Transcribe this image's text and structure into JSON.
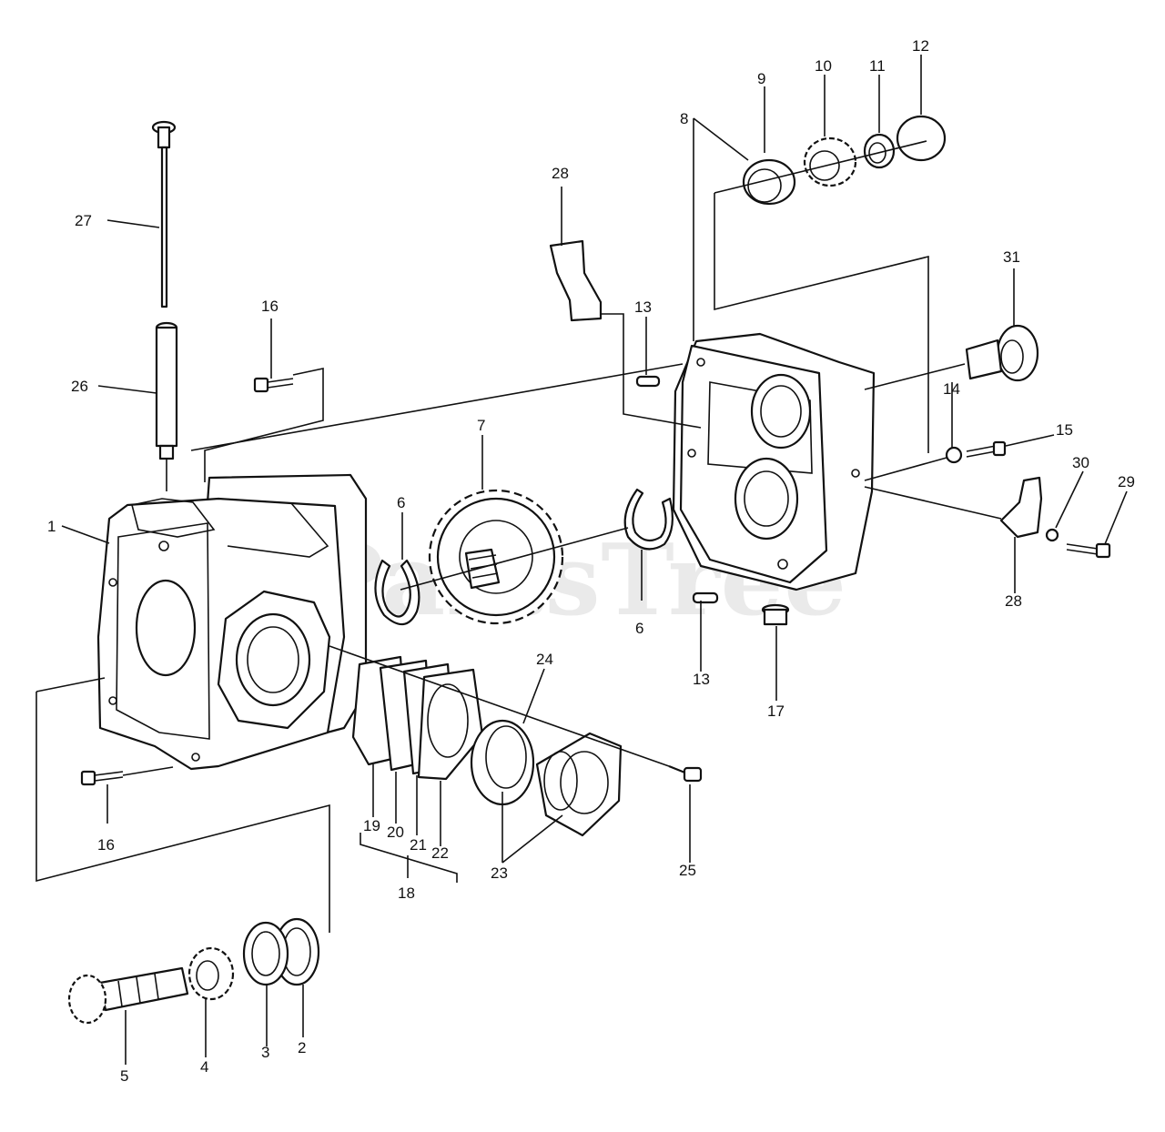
{
  "watermark": "PartsTree",
  "callouts": {
    "c1": "1",
    "c2": "2",
    "c3": "3",
    "c4": "4",
    "c5": "5",
    "c6a": "6",
    "c6b": "6",
    "c7": "7",
    "c8": "8",
    "c9": "9",
    "c10": "10",
    "c11": "11",
    "c12": "12",
    "c13a": "13",
    "c13b": "13",
    "c14": "14",
    "c15": "15",
    "c16a": "16",
    "c16b": "16",
    "c17": "17",
    "c18": "18",
    "c19": "19",
    "c20": "20",
    "c21": "21",
    "c22": "22",
    "c23": "23",
    "c24": "24",
    "c25": "25",
    "c26": "26",
    "c27": "27",
    "c28a": "28",
    "c28b": "28",
    "c29": "29",
    "c30": "30",
    "c31": "31"
  }
}
